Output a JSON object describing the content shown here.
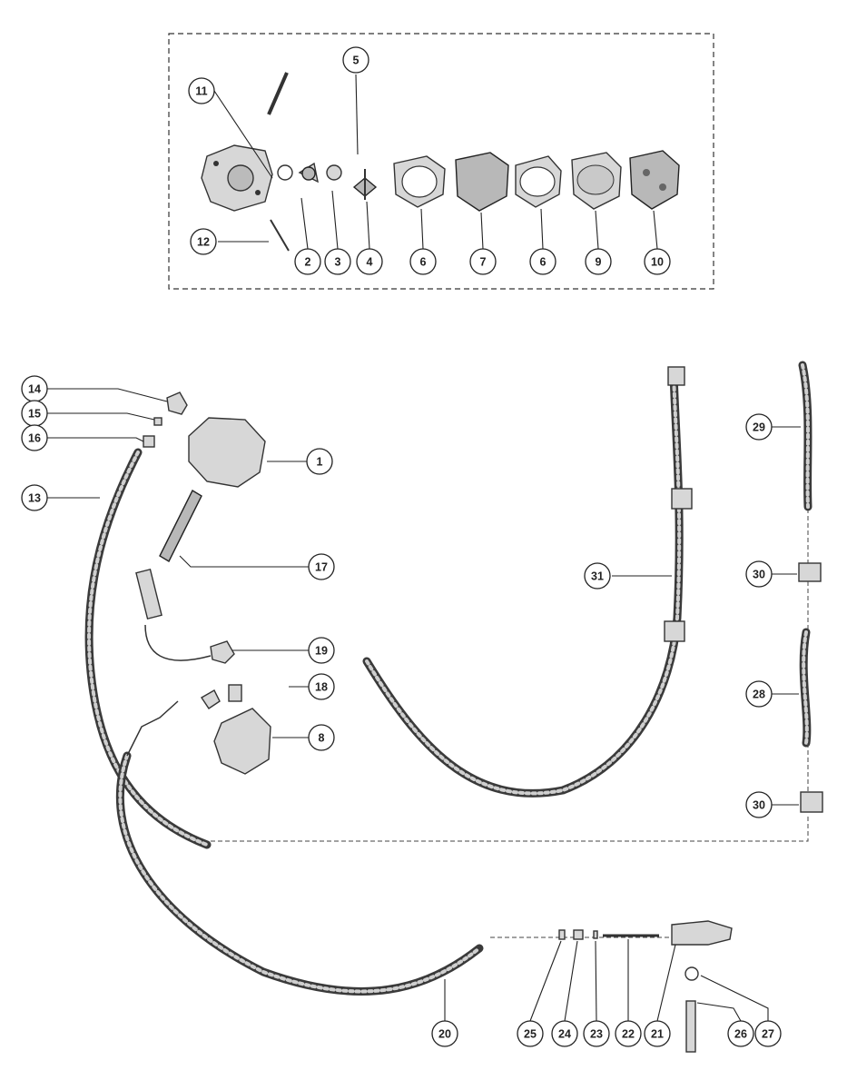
{
  "callouts": [
    {
      "id": "c11",
      "label": "11"
    },
    {
      "id": "c5",
      "label": "5"
    },
    {
      "id": "c12",
      "label": "12"
    },
    {
      "id": "c2",
      "label": "2"
    },
    {
      "id": "c3",
      "label": "3"
    },
    {
      "id": "c4",
      "label": "4"
    },
    {
      "id": "c6a",
      "label": "6"
    },
    {
      "id": "c7",
      "label": "7"
    },
    {
      "id": "c6b",
      "label": "6"
    },
    {
      "id": "c9",
      "label": "9"
    },
    {
      "id": "c10",
      "label": "10"
    },
    {
      "id": "c14",
      "label": "14"
    },
    {
      "id": "c15",
      "label": "15"
    },
    {
      "id": "c16",
      "label": "16"
    },
    {
      "id": "c1",
      "label": "1"
    },
    {
      "id": "c13",
      "label": "13"
    },
    {
      "id": "c17",
      "label": "17"
    },
    {
      "id": "c19",
      "label": "19"
    },
    {
      "id": "c18",
      "label": "18"
    },
    {
      "id": "c8",
      "label": "8"
    },
    {
      "id": "c31",
      "label": "31"
    },
    {
      "id": "c29",
      "label": "29"
    },
    {
      "id": "c30a",
      "label": "30"
    },
    {
      "id": "c28",
      "label": "28"
    },
    {
      "id": "c30b",
      "label": "30"
    },
    {
      "id": "c20",
      "label": "20"
    },
    {
      "id": "c25",
      "label": "25"
    },
    {
      "id": "c24",
      "label": "24"
    },
    {
      "id": "c23",
      "label": "23"
    },
    {
      "id": "c22",
      "label": "22"
    },
    {
      "id": "c21",
      "label": "21"
    },
    {
      "id": "c26",
      "label": "26"
    },
    {
      "id": "c27",
      "label": "27"
    }
  ]
}
